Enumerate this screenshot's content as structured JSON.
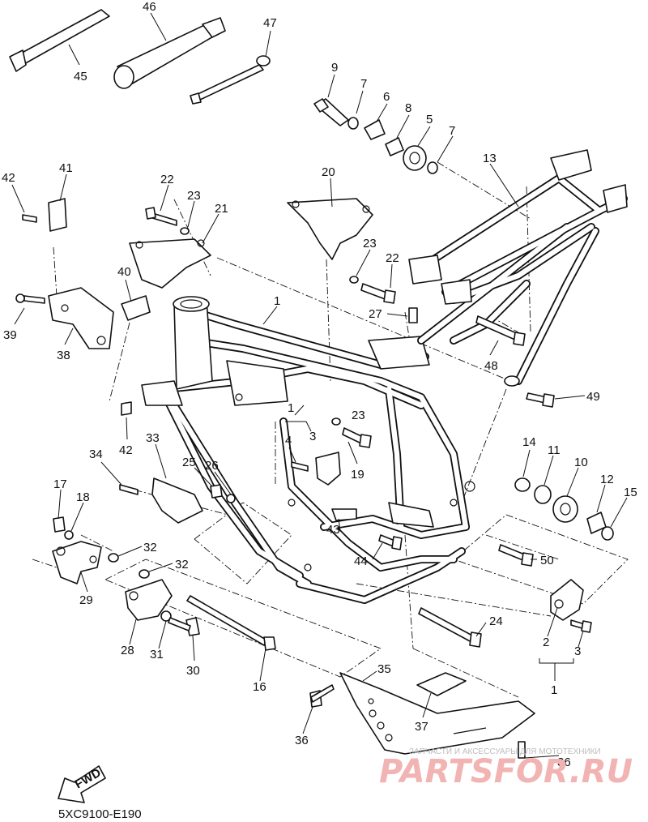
{
  "diagram": {
    "code": "5XC9100-E190",
    "fwd_label": "FWD",
    "watermark": {
      "tagline": "ЗАПЧАСТИ И АКСЕССУАРЫ ДЛЯ МОТОТЕХНИКИ",
      "brand": "PARTSFOR.RU"
    },
    "callouts": [
      "1",
      "1",
      "1",
      "2",
      "3",
      "3",
      "4",
      "5",
      "6",
      "7",
      "7",
      "8",
      "9",
      "10",
      "11",
      "12",
      "13",
      "14",
      "15",
      "16",
      "17",
      "18",
      "19",
      "20",
      "21",
      "22",
      "22",
      "23",
      "23",
      "23",
      "24",
      "25",
      "26",
      "27",
      "28",
      "29",
      "30",
      "31",
      "32",
      "32",
      "33",
      "34",
      "35",
      "36",
      "36",
      "37",
      "38",
      "39",
      "40",
      "41",
      "42",
      "42",
      "43",
      "44",
      "45",
      "46",
      "47",
      "48",
      "49",
      "50"
    ]
  }
}
